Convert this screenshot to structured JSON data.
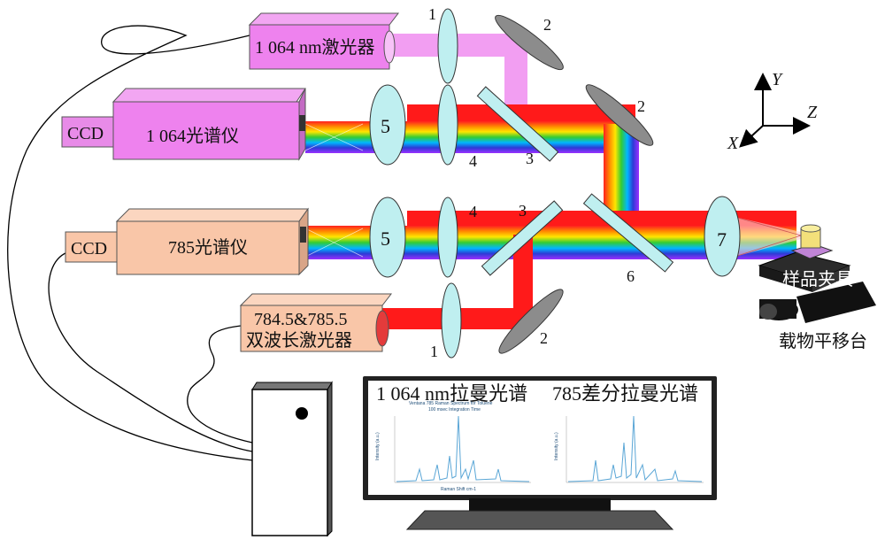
{
  "devices": {
    "laser_1064": "1 064 nm激光器",
    "spectrometer_1064": "1 064光谱仪",
    "ccd_top": "CCD",
    "spectrometer_785": "785光谱仪",
    "ccd_bottom": "CCD",
    "laser_dual_line1": "784.5&785.5",
    "laser_dual_line2": "双波长激光器",
    "sample_holder": "样品夹具",
    "stage": "载物平移台"
  },
  "component_numbers": {
    "lens_top_1": "1",
    "mirror_top_2": "2",
    "mirror_right_2": "2",
    "lens5_top": "5",
    "lens4_top": "4",
    "splitter3_top": "3",
    "lens4_mid": "4",
    "splitter3_mid": "3",
    "lens5_mid": "5",
    "lens7": "7",
    "splitter6": "6",
    "lens_bottom_1": "1",
    "mirror_bottom_2": "2"
  },
  "axes": {
    "y": "Y",
    "z": "Z",
    "x": "X"
  },
  "monitor": {
    "left_title": "1 064 nm拉曼光谱",
    "right_title": "785差分拉曼光谱",
    "left_inner_title": "Ventana 785 Raman Spectrum for Toluene",
    "left_inner_subtitle": "100 msec Integration Time",
    "left_xlabel": "Raman Shift cm-1",
    "left_ylabel": "Intensity (a.u.)",
    "right_ylabel": "Intensity (a.u.)"
  },
  "colors": {
    "laser_1064_box": "#ee82ee",
    "spectrometer_785_box": "#f9c6a8",
    "laser_red": "#ff1a1a",
    "optic_fill": "#bfeff0",
    "mirror_gray": "#8c8c8c",
    "spectrum_line": "#5aa6d6"
  }
}
